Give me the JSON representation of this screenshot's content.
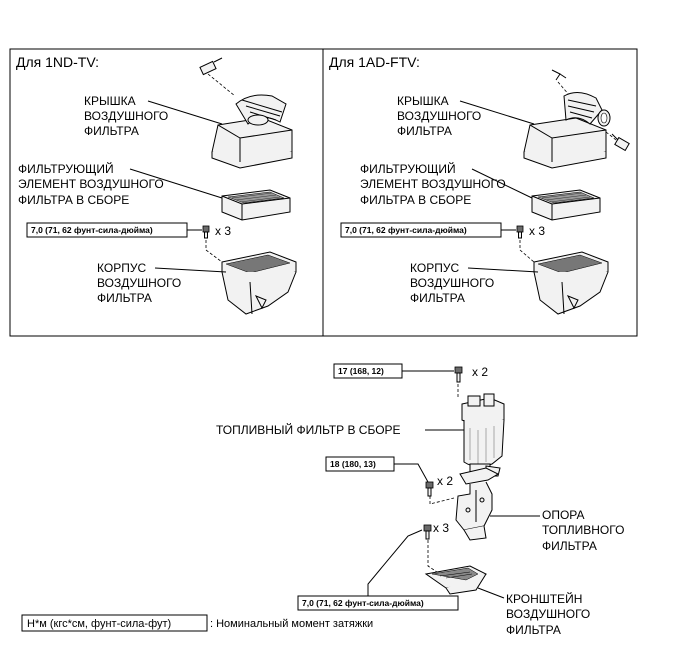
{
  "panel_left": {
    "title": "Для 1ND-TV:",
    "cover": [
      "КРЫШКА",
      "ВОЗДУШНОГО",
      "ФИЛЬТРА"
    ],
    "element": [
      "ФИЛЬТРУЮЩИЙ",
      "ЭЛЕМЕНТ ВОЗДУШНОГО",
      "ФИЛЬТРА В СБОРЕ"
    ],
    "torque": "7,0 (71, 62 фунт-сила-дюйма)",
    "qty": "x 3",
    "body": [
      "КОРПУС",
      "ВОЗДУШНОГО",
      "ФИЛЬТРА"
    ]
  },
  "panel_right": {
    "title": "Для 1AD-FTV:",
    "cover": [
      "КРЫШКА",
      "ВОЗДУШНОГО",
      "ФИЛЬТРА"
    ],
    "element": [
      "ФИЛЬТРУЮЩИЙ",
      "ЭЛЕМЕНТ ВОЗДУШНОГО",
      "ФИЛЬТРА В СБОРЕ"
    ],
    "torque": "7,0 (71, 62 фунт-сила-дюйма)",
    "qty": "x 3",
    "body": [
      "КОРПУС",
      "ВОЗДУШНОГО",
      "ФИЛЬТРА"
    ]
  },
  "lower": {
    "torque_top": "17 (168, 12)",
    "qty_top": "x 2",
    "fuel_filter": "ТОПЛИВНЫЙ ФИЛЬТР В СБОРЕ",
    "torque_mid": "18 (180, 13)",
    "qty_mid": "x 2",
    "support": [
      "ОПОРА",
      "ТОПЛИВНОГО",
      "ФИЛЬТРА"
    ],
    "qty_low": "x 3",
    "torque_low": "7,0 (71, 62 фунт-сила-дюйма)",
    "bracket": [
      "КРОНШТЕЙН",
      "ВОЗДУШНОГО",
      "ФИЛЬТРА"
    ]
  },
  "legend": {
    "key": "Н*м (кгс*см, фунт-сила-фут)",
    "text": ": Номинальный момент затяжки"
  }
}
